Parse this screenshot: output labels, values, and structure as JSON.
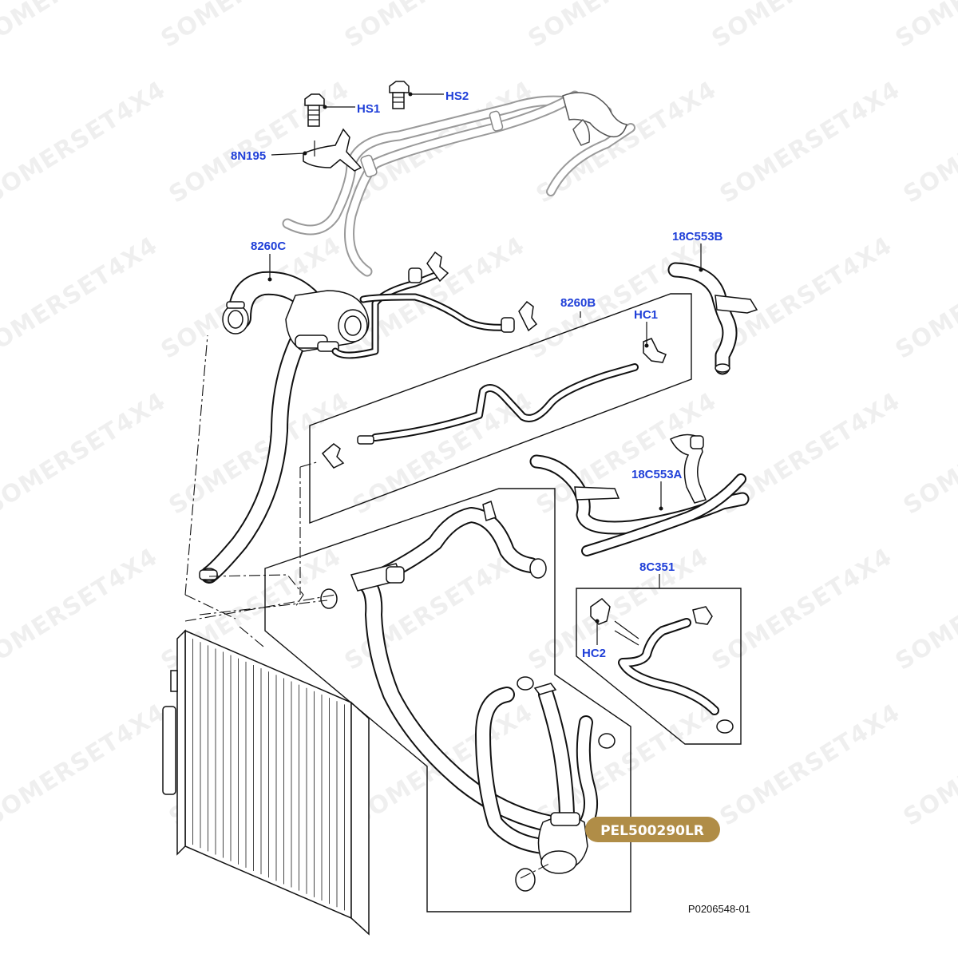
{
  "callouts": {
    "hs1": "HS1",
    "hs2": "HS2",
    "n8n195": "8N195",
    "c8260c": "8260C",
    "c18c553b": "18C553B",
    "c8260b": "8260B",
    "hc1": "HC1",
    "c18c553a": "18C553A",
    "c8c351": "8C351",
    "hc2": "HC2"
  },
  "highlight": {
    "part_number": "PEL500290LR",
    "color": "#b08d47"
  },
  "reference": "P0206548-01",
  "watermark": "SOMERSET4X4",
  "colors": {
    "callout": "#1f3fd8",
    "line": "#111111",
    "ghost": "#9a9a9a"
  }
}
